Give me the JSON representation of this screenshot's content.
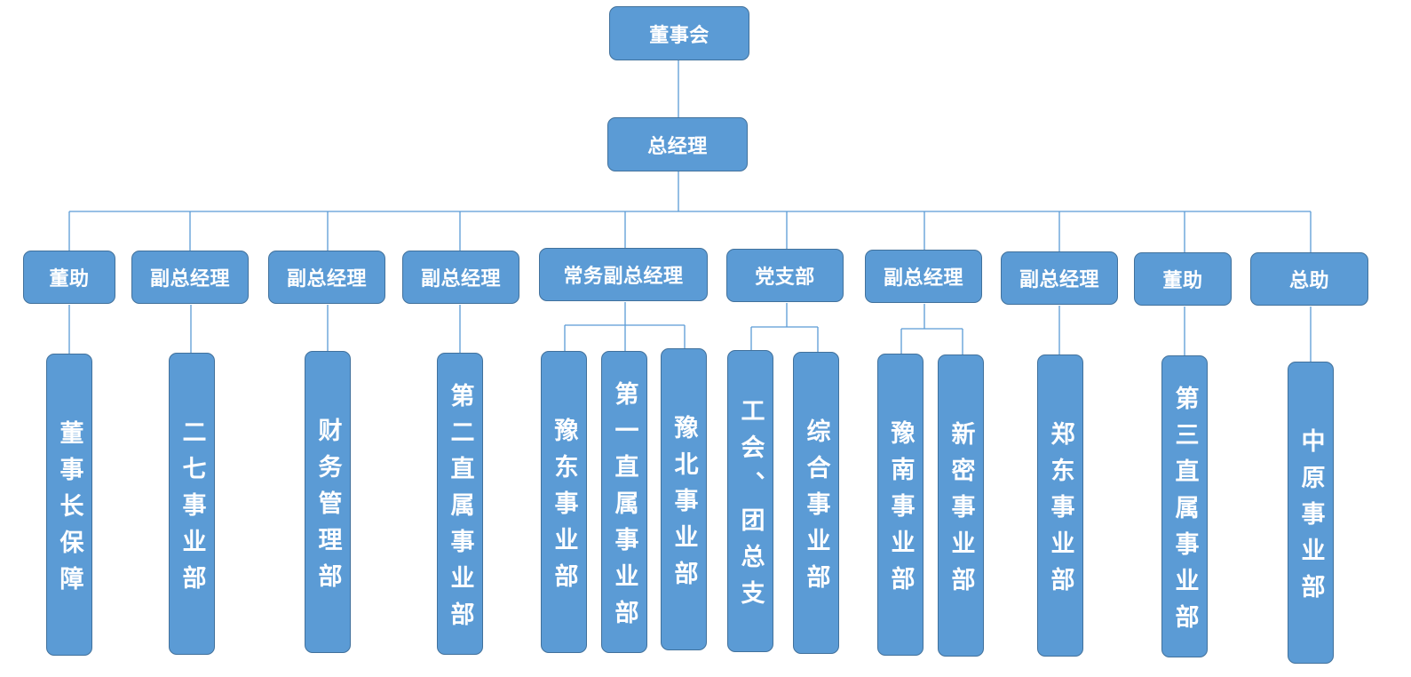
{
  "diagram": {
    "board": "董事会",
    "gm": "总经理",
    "top_nodes": [
      "董助",
      "副总经理",
      "副总经理",
      "副总经理",
      "常务副总经理",
      "党支部",
      "副总经理",
      "副总经理",
      "董助",
      "总助"
    ],
    "departments": [
      "董事长保障",
      "二七事业部",
      "财务管理部",
      "第二直属事业部",
      "豫东事业部",
      "第一直属事业部",
      "豫北事业部",
      "工会、团总支",
      "综合事业部",
      "豫南事业部",
      "新密事业部",
      "郑东事业部",
      "第三直属事业部",
      "中原事业部"
    ]
  },
  "colors": {
    "box_fill": "#5b9bd5",
    "box_border": "#41719c",
    "line": "#5b9bd5"
  }
}
